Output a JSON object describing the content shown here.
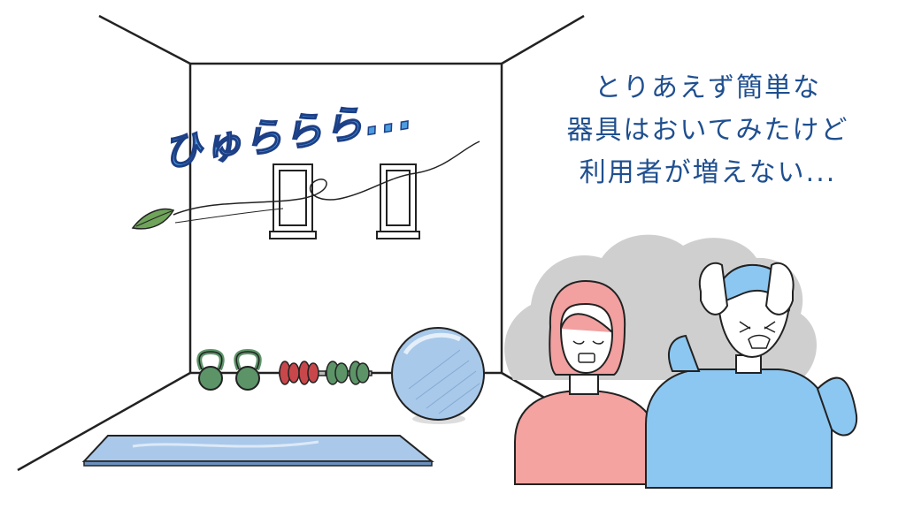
{
  "caption": {
    "lines": [
      "とりあえず簡単な",
      "器具はおいてみたけど",
      "利用者が増えない..."
    ],
    "color": "#1f4f8f"
  },
  "sound_effect": {
    "text": "ひゅららら...",
    "color": "#4a9de0"
  },
  "colors": {
    "outline": "#222222",
    "kettlebell": "#5c9468",
    "dumbbell_red": "#c8474a",
    "dumbbell_green": "#5c9468",
    "exercise_ball": "#a8c9ea",
    "yoga_mat": "#a9c8ea",
    "leaf": "#6fa45a",
    "woman_hair": "#f2a0a0",
    "woman_shirt": "#f4a3a0",
    "man_hair": "#8cc7f1",
    "man_shirt": "#8cc7f1",
    "worry_cloud": "#cfcfcf"
  }
}
